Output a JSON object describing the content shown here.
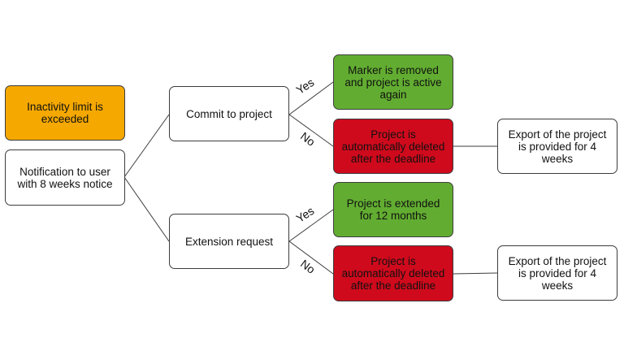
{
  "colors": {
    "orange": "#f5a800",
    "green": "#62ad31",
    "red": "#cf0a1c",
    "border": "#3c3c3c"
  },
  "nodes": {
    "inactivity": "Inactivity limit is exceeded",
    "notification": "Notification to user with 8 weeks notice",
    "commit": "Commit to project",
    "extension": "Extension request",
    "marker_removed": "Marker is removed and project is active again",
    "deleted_1": "Project is automatically deleted after the deadline",
    "extended": "Project is extended for 12 months",
    "deleted_2": "Project is automatically deleted after the deadline",
    "export_1": "Export of the project is provided for 4 weeks",
    "export_2": "Export of the project is provided for 4 weeks"
  },
  "edge_labels": {
    "commit_yes": "Yes",
    "commit_no": "No",
    "extension_yes": "Yes",
    "extension_no": "No"
  }
}
